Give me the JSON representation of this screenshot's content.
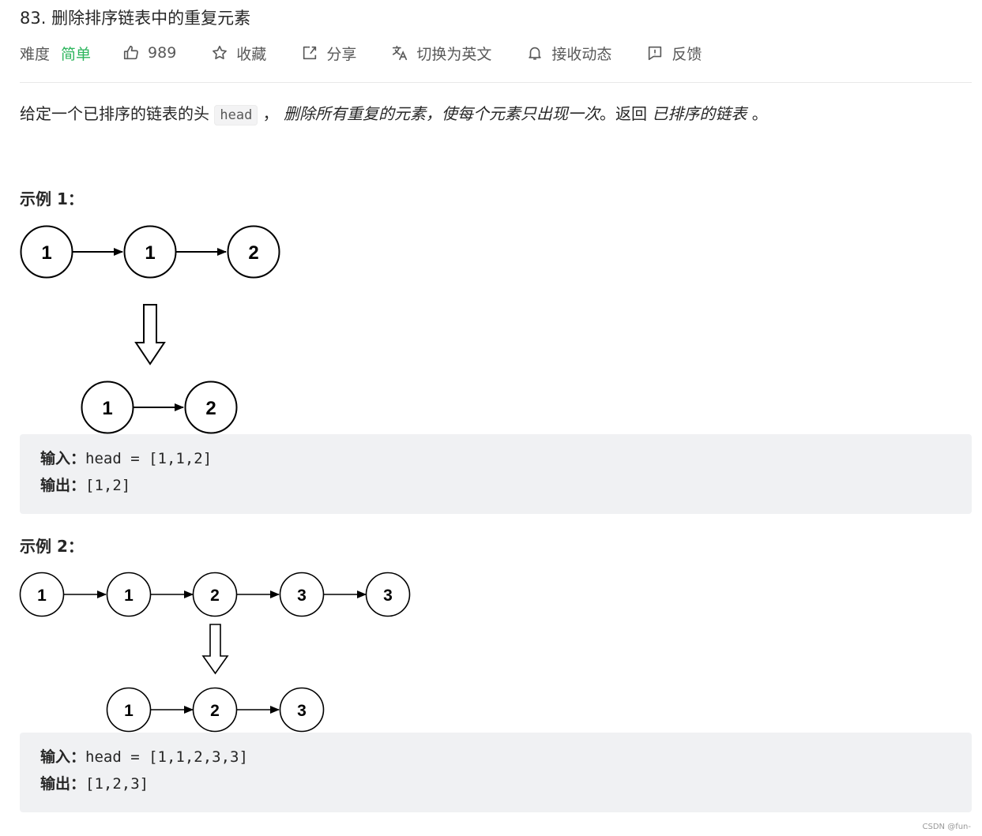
{
  "problem": {
    "title": "83. 删除排序链表中的重复元素"
  },
  "toolbar": {
    "difficulty_label": "难度",
    "difficulty_value": "简单",
    "likes": "989",
    "favorite": "收藏",
    "share": "分享",
    "translate": "切换为英文",
    "notify": "接收动态",
    "feedback": "反馈",
    "icons": [
      "thumbs-up-icon",
      "star-icon",
      "share-icon",
      "translate-icon",
      "bell-icon",
      "feedback-icon"
    ]
  },
  "description": {
    "part1": "给定一个已排序的链表的头",
    "code": "head",
    "part2": "，",
    "emph1": "删除所有重复的元素，使每个元素只出现一次",
    "part3": "。返回",
    "emph2": "已排序的链表",
    "part4": "。"
  },
  "example1": {
    "title": "示例 1：",
    "before_nodes": [
      "1",
      "1",
      "2"
    ],
    "after_nodes": [
      "1",
      "2"
    ],
    "input_label": "输入：",
    "input_value": "head = [1,1,2]",
    "output_label": "输出：",
    "output_value": "[1,2]"
  },
  "example2": {
    "title": "示例 2：",
    "before_nodes": [
      "1",
      "1",
      "2",
      "3",
      "3"
    ],
    "after_nodes": [
      "1",
      "2",
      "3"
    ],
    "input_label": "输入：",
    "input_value": "head = [1,1,2,3,3]",
    "output_label": "输出：",
    "output_value": "[1,2,3]"
  },
  "watermark": "CSDN @fun-",
  "colors": {
    "accent_easy": "#2db55d",
    "text": "#262626",
    "muted": "#595959",
    "code_bg": "#f0f1f3"
  }
}
